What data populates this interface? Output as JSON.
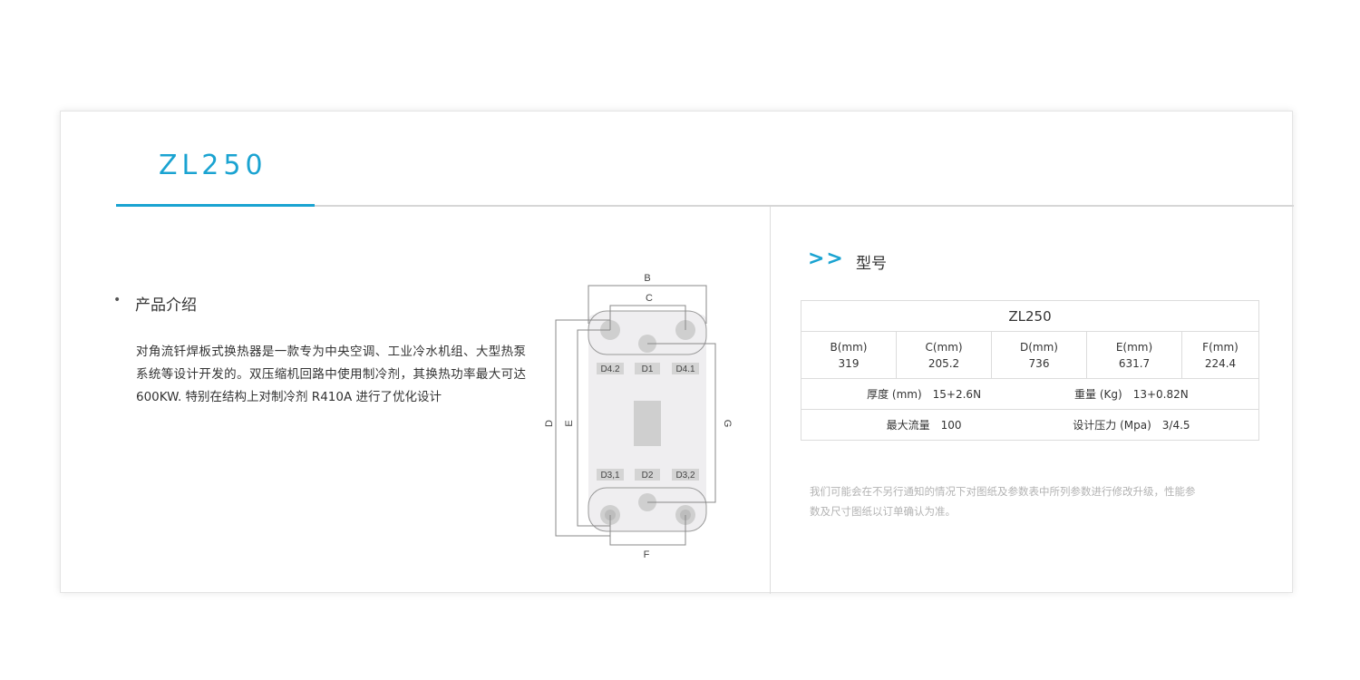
{
  "product": {
    "title": "ZL250"
  },
  "intro": {
    "bullet": "•",
    "heading": "产品介绍",
    "text": "对角流钎焊板式换热器是一款专为中央空调、工业冷水机组、大型热泵系统等设计开发的。双压缩机回路中使用制冷剂，其换热功率最大可达 600KW. 特别在结构上对制冷剂 R410A 进行了优化设计"
  },
  "diagram": {
    "dims": {
      "b": "B",
      "c": "C",
      "d": "D",
      "e": "E",
      "f": "F",
      "g": "G"
    },
    "ports": {
      "d42": "D4.2",
      "d1": "D1",
      "d41": "D4.1",
      "d31": "D3,1",
      "d2": "D2",
      "d32": "D3,2"
    }
  },
  "spec": {
    "arrow": ">>",
    "section_title": "型号",
    "model": "ZL250",
    "dims": [
      {
        "label": "B(mm)",
        "value": "319"
      },
      {
        "label": "C(mm)",
        "value": "205.2"
      },
      {
        "label": "D(mm)",
        "value": "736"
      },
      {
        "label": "E(mm)",
        "value": "631.7"
      },
      {
        "label": "F(mm)",
        "value": "224.4"
      }
    ],
    "thickness_label": "厚度 (mm)",
    "thickness_value": "15+2.6N",
    "weight_label": "重量 (Kg)",
    "weight_value": "13+0.82N",
    "flow_label": "最大流量",
    "flow_value": "100",
    "pressure_label": "设计压力 (Mpa)",
    "pressure_value": "3/4.5"
  },
  "note": "我们可能会在不另行通知的情况下对图纸及参数表中所列参数进行修改升级，性能参数及尺寸图纸以订单确认为准。",
  "colors": {
    "accent": "#1aa3d1",
    "plate": "#efeef0",
    "port": "#cfcfcf",
    "note": "#b3b3b3"
  }
}
